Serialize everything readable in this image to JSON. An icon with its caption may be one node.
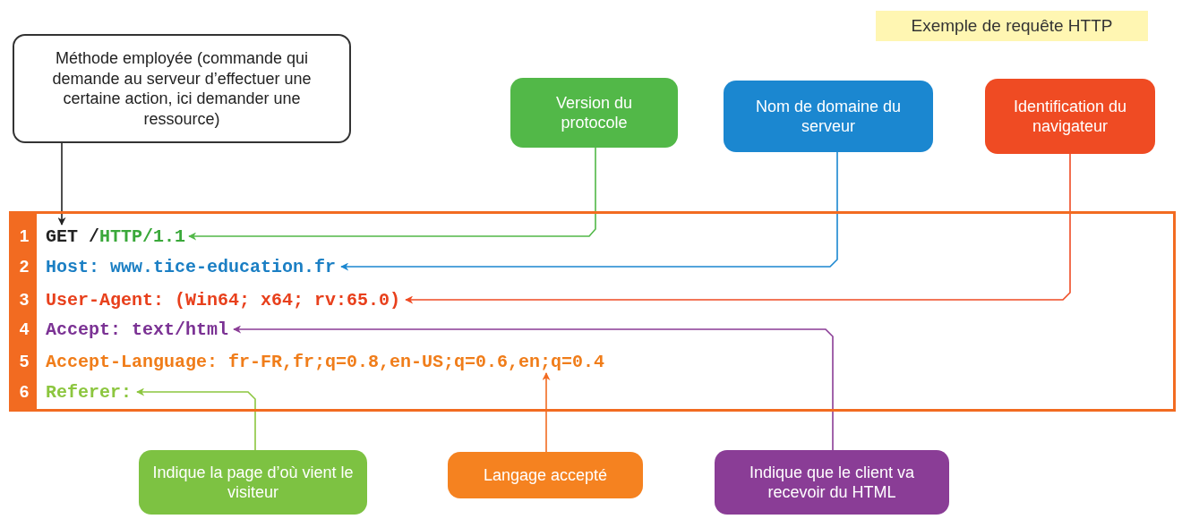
{
  "diagram": {
    "title": "Exemple de requête HTTP",
    "nodes": [
      {
        "text": [
          "Méthode employée (commande qui demande au serveur d’effectuer une certaine action, ici demander une ressource)"
        ]
      },
      {
        "text": [
          "Version du protocole"
        ]
      },
      {
        "text": [
          "Nom de domaine du serveur"
        ]
      },
      {
        "text": [
          "Identification du navigateur"
        ]
      },
      {
        "text": [],
        "shape": "box"
      },
      {
        "text": [
          "1",
          "GET /",
          "HTTP/1.1"
        ],
        "in": 4
      },
      {
        "text": [
          "2",
          "Host: www.tice-education.fr"
        ],
        "in": 4
      },
      {
        "text": [
          "3",
          "User-Agent: (Win64; x64; rv:65.0)"
        ],
        "in": 4
      },
      {
        "text": [
          "4",
          "Accept: text/html"
        ],
        "in": 4
      },
      {
        "text": [
          "5",
          "Accept-Language: fr-FR,fr;q=0.8,en-US;q=0.6,en;q=0.4"
        ],
        "in": 4
      },
      {
        "text": [
          "6",
          "Referer:"
        ],
        "in": 4
      },
      {
        "text": [
          "Indique la page d’où vient le visiteur"
        ]
      },
      {
        "text": [
          "Langage accepté"
        ]
      },
      {
        "text": [
          "Indique que le client va recevoir du HTML"
        ]
      }
    ],
    "edges": [
      {
        "from": 0,
        "to": 5,
        "arrow": "to",
        "color": "#222222"
      },
      {
        "from": 1,
        "to": 5,
        "arrow": "to",
        "color": "#52b848"
      },
      {
        "from": 2,
        "to": 6,
        "arrow": "to",
        "color": "#1b87d0"
      },
      {
        "from": 3,
        "to": 7,
        "arrow": "to",
        "color": "#ef4b23"
      },
      {
        "from": 13,
        "to": 8,
        "arrow": "to",
        "color": "#8a3d96"
      },
      {
        "from": 12,
        "to": 9,
        "arrow": "to",
        "color": "#f26b21"
      },
      {
        "from": 11,
        "to": 10,
        "arrow": "to",
        "color": "#8cc63f"
      }
    ]
  }
}
